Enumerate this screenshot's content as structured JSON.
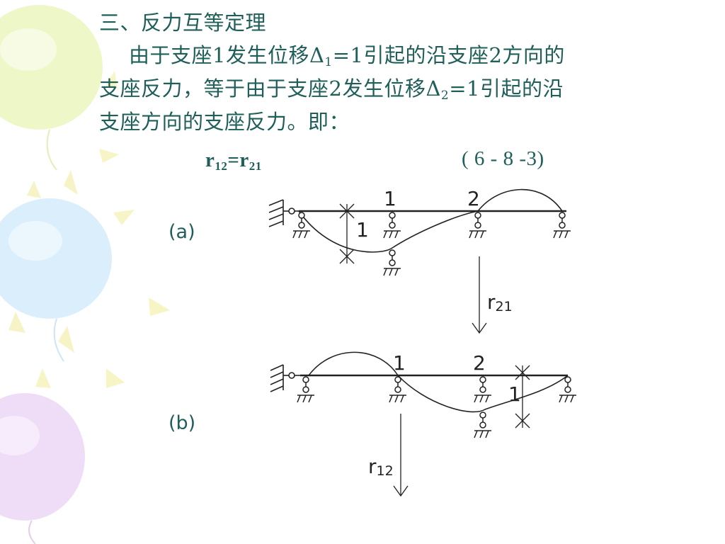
{
  "slide": {
    "heading": "三、反力互等定理",
    "line1_a": "由于支座1发生位移Δ",
    "line1_sub": "1",
    "line1_b": "=1引起的沿支座2方向的",
    "line2_a": "支座反力，等于由于支座2发生位移Δ",
    "line2_sub": "2",
    "line2_b": "=1引起的沿",
    "line3": "支座方向的支座反力。即："
  },
  "equation": {
    "left": "r",
    "left_sub": "12",
    "mid": "=r",
    "right_sub": "21",
    "number": "( 6 - 8 -3)"
  },
  "figure_a": {
    "caption": "(a)",
    "label_support1": "1",
    "label_support2": "2",
    "displacement": "1",
    "reaction_r": "r",
    "reaction_sub": "21"
  },
  "figure_b": {
    "caption": "(b)",
    "label_support1": "1",
    "label_support2": "2",
    "displacement": "1",
    "reaction_r": "r",
    "reaction_sub": "12"
  },
  "colors": {
    "text": "#1f5f5a",
    "balloon_green": "#eef7c7",
    "balloon_blue": "#dbeefb",
    "balloon_purple": "#efdcf7",
    "ray": "#f3f0a6"
  }
}
